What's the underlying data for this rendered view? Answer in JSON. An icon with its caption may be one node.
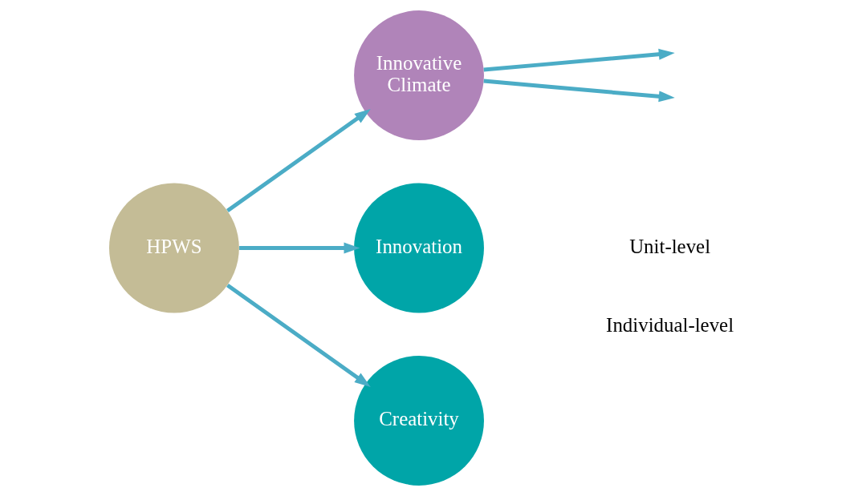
{
  "diagram": {
    "nodes": [
      {
        "text": [
          "Innovative Climate"
        ]
      },
      {
        "text": [
          "HPWS"
        ]
      },
      {
        "text": [
          "Innovation"
        ]
      },
      {
        "text": [
          "Creativity"
        ]
      }
    ],
    "edges": [
      {
        "from": 1,
        "to": 0,
        "arrow": "to"
      },
      {
        "from": 1,
        "to": 2,
        "arrow": "to"
      },
      {
        "from": 1,
        "to": 3,
        "arrow": "to"
      },
      {
        "from": 0,
        "to": null,
        "arrow": "to"
      },
      {
        "from": 0,
        "to": null,
        "arrow": "to"
      }
    ],
    "labels": [
      "Unit-level",
      "Individual-level"
    ]
  }
}
